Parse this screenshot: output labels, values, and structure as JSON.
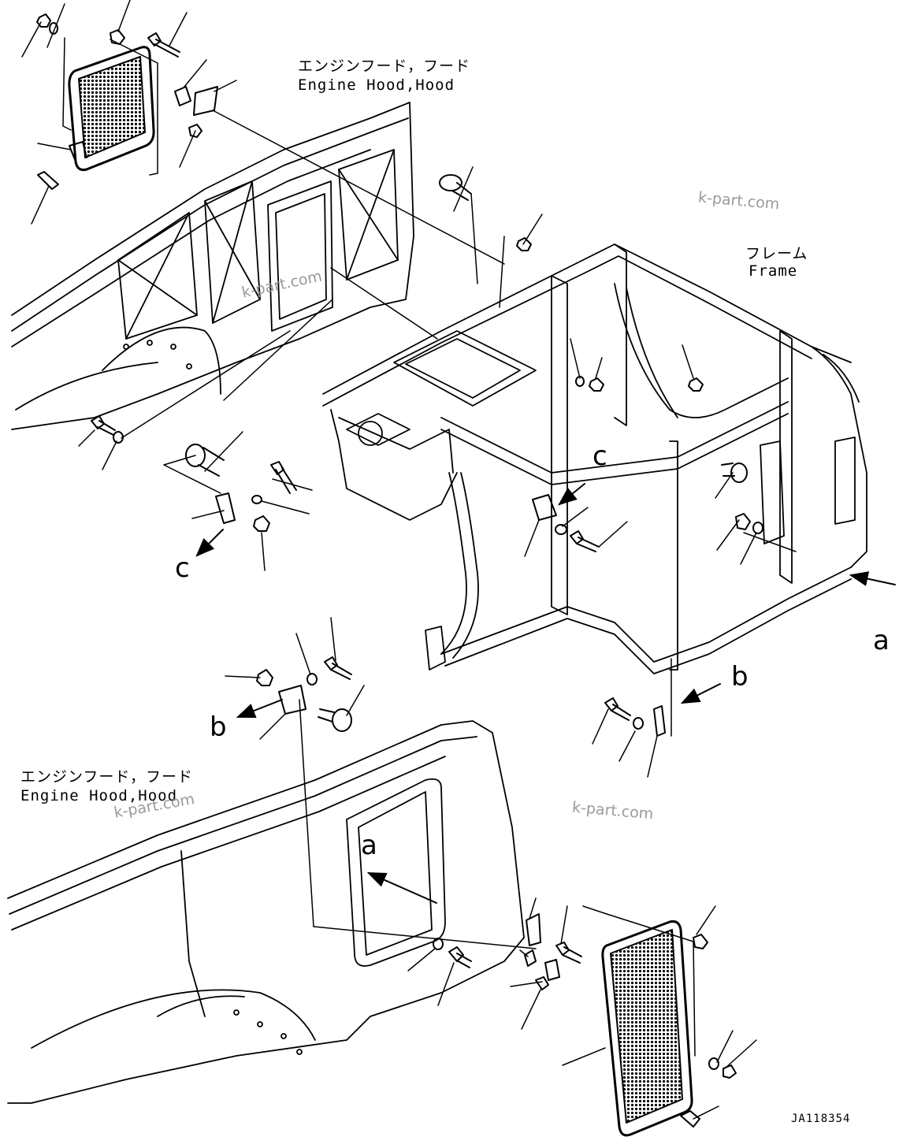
{
  "labels": {
    "hood_top_jp": "エンジンフード，フード",
    "hood_top_en": "Engine Hood,Hood",
    "frame_jp": "フレーム",
    "frame_en": "Frame",
    "hood_bottom_jp": "エンジンフード，フード",
    "hood_bottom_en": "Engine Hood,Hood"
  },
  "callouts": {
    "c_left": "c",
    "c_right": "c",
    "a_right": "a",
    "a_bottom": "a",
    "b_left": "b",
    "b_right": "b"
  },
  "drawing_code": "JA118354",
  "watermarks": [
    "k-part.com",
    "k-part.com",
    "k-part.com",
    "k-part.com"
  ]
}
